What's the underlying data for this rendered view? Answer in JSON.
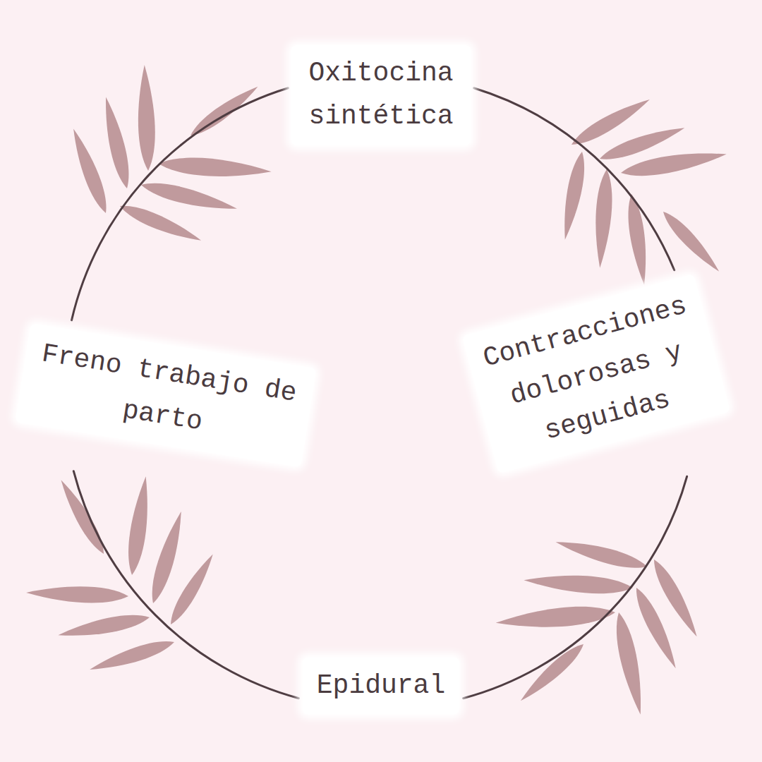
{
  "diagram": {
    "nodes": [
      {
        "text": [
          "Oxitocina sintética"
        ]
      },
      {
        "text": [
          "Contracciones dolorosas y seguidas"
        ]
      },
      {
        "text": [
          "Epidural"
        ]
      },
      {
        "text": [
          "Freno trabajo de parto"
        ]
      }
    ],
    "edges": [
      {
        "from": 0,
        "to": 1,
        "arrow": "none"
      },
      {
        "from": 1,
        "to": 2,
        "arrow": "none"
      },
      {
        "from": 2,
        "to": 3,
        "arrow": "none"
      },
      {
        "from": 3,
        "to": 0,
        "arrow": "none"
      }
    ]
  }
}
